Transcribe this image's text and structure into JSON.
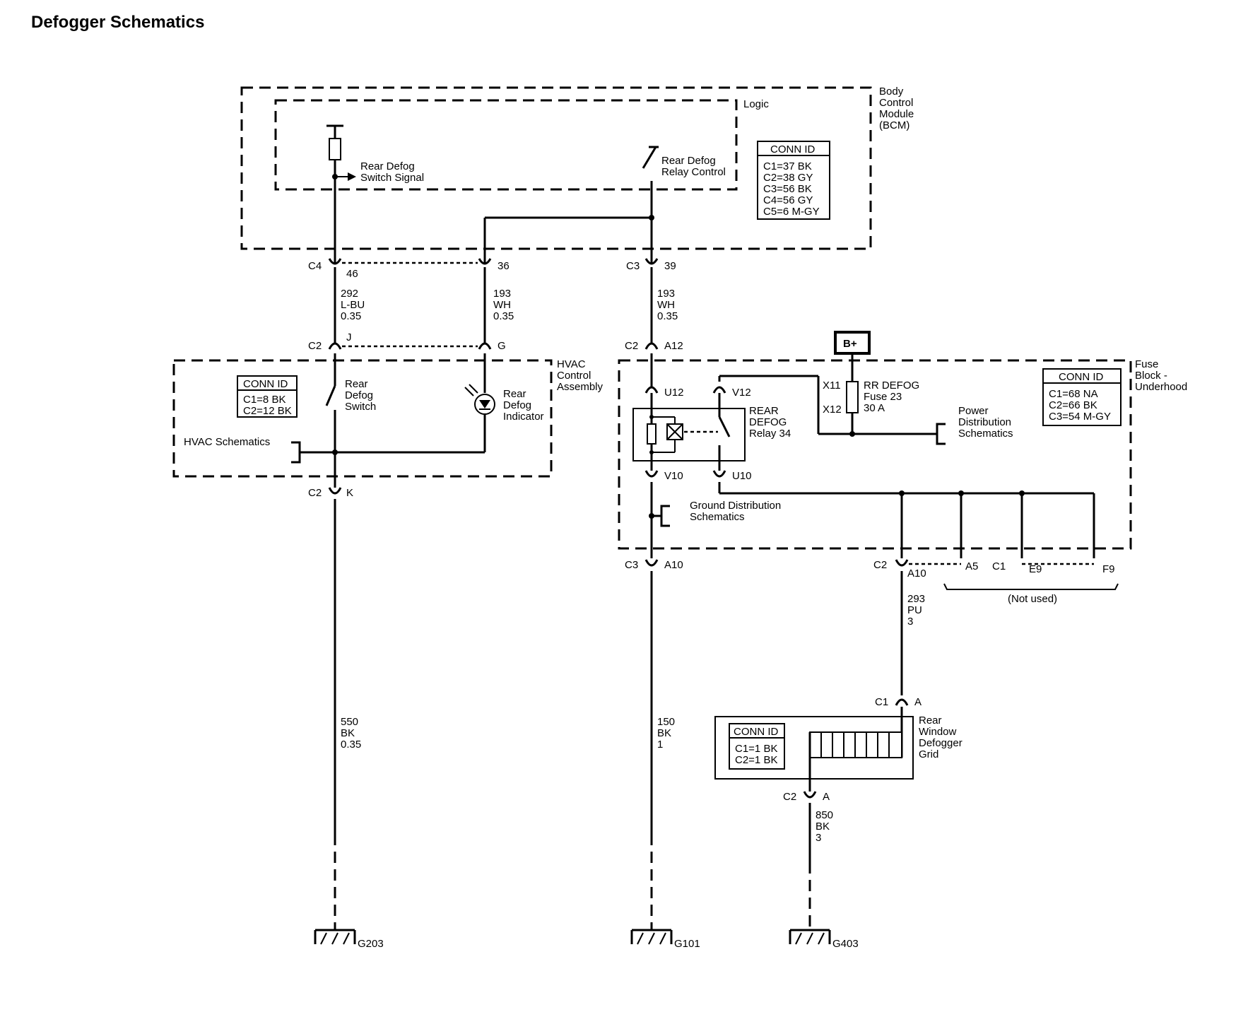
{
  "title": "Defogger Schematics",
  "bcm": {
    "label": [
      "Body",
      "Control",
      "Module",
      "(BCM)"
    ],
    "logic_label": "Logic",
    "switch_signal": [
      "Rear Defog",
      "Switch Signal"
    ],
    "relay_control": [
      "Rear Defog",
      "Relay Control"
    ],
    "conn_id": {
      "header": "CONN ID",
      "rows": [
        "C1=37 BK",
        "C2=38 GY",
        "C3=56 BK",
        "C4=56 GY",
        "C5=6 M-GY"
      ]
    }
  },
  "bcm_pins": {
    "c4": "C4",
    "p46": "46",
    "p36": "36",
    "c3": "C3",
    "p39": "39"
  },
  "wires": {
    "w292": [
      "292",
      "L-BU",
      "0.35"
    ],
    "w193a": [
      "193",
      "WH",
      "0.35"
    ],
    "w193b": [
      "193",
      "WH",
      "0.35"
    ],
    "w550": [
      "550",
      "BK",
      "0.35"
    ],
    "w150": [
      "150",
      "BK",
      "1"
    ],
    "w293": [
      "293",
      "PU",
      "3"
    ],
    "w850": [
      "850",
      "BK",
      "3"
    ]
  },
  "hvac": {
    "label": [
      "HVAC",
      "Control",
      "Assembly"
    ],
    "conn_id": {
      "header": "CONN ID",
      "rows": [
        "C1=8 BK",
        "C2=12 BK"
      ]
    },
    "switch": [
      "Rear",
      "Defog",
      "Switch"
    ],
    "indicator": [
      "Rear",
      "Defog",
      "Indicator"
    ],
    "schematics_ref": "HVAC Schematics",
    "pins": {
      "c2_top": "C2",
      "j": "J",
      "g": "G",
      "c2_bot": "C2",
      "k": "K"
    }
  },
  "fuse_block": {
    "label": [
      "Fuse",
      "Block -",
      "Underhood"
    ],
    "conn_id": {
      "header": "CONN ID",
      "rows": [
        "C1=68 NA",
        "C2=66 BK",
        "C3=54 M-GY"
      ]
    },
    "b_plus": "B+",
    "fuse": [
      "RR DEFOG",
      "Fuse 23",
      "30 A"
    ],
    "x11": "X11",
    "x12": "X12",
    "relay": [
      "REAR",
      "DEFOG",
      "Relay 34"
    ],
    "power_dist": [
      "Power",
      "Distribution",
      "Schematics"
    ],
    "ground_dist": [
      "Ground Distribution",
      "Schematics"
    ],
    "pins": {
      "c2_a12": "C2",
      "a12": "A12",
      "u12": "U12",
      "v12": "V12",
      "v10": "V10",
      "u10": "U10",
      "c3_a10": "C3",
      "a10_c3": "A10",
      "c2_a10": "C2",
      "a10_c2": "A10",
      "a5": "A5",
      "c1": "C1",
      "e9": "E9",
      "f9": "F9"
    },
    "not_used": "(Not used)"
  },
  "grid": {
    "label": [
      "Rear",
      "Window",
      "Defogger",
      "Grid"
    ],
    "conn_id": {
      "header": "CONN ID",
      "rows": [
        "C1=1 BK",
        "C2=1 BK"
      ]
    },
    "pins": {
      "c1": "C1",
      "a_top": "A",
      "c2": "C2",
      "a_bot": "A"
    }
  },
  "grounds": {
    "g203": "G203",
    "g101": "G101",
    "g403": "G403"
  }
}
